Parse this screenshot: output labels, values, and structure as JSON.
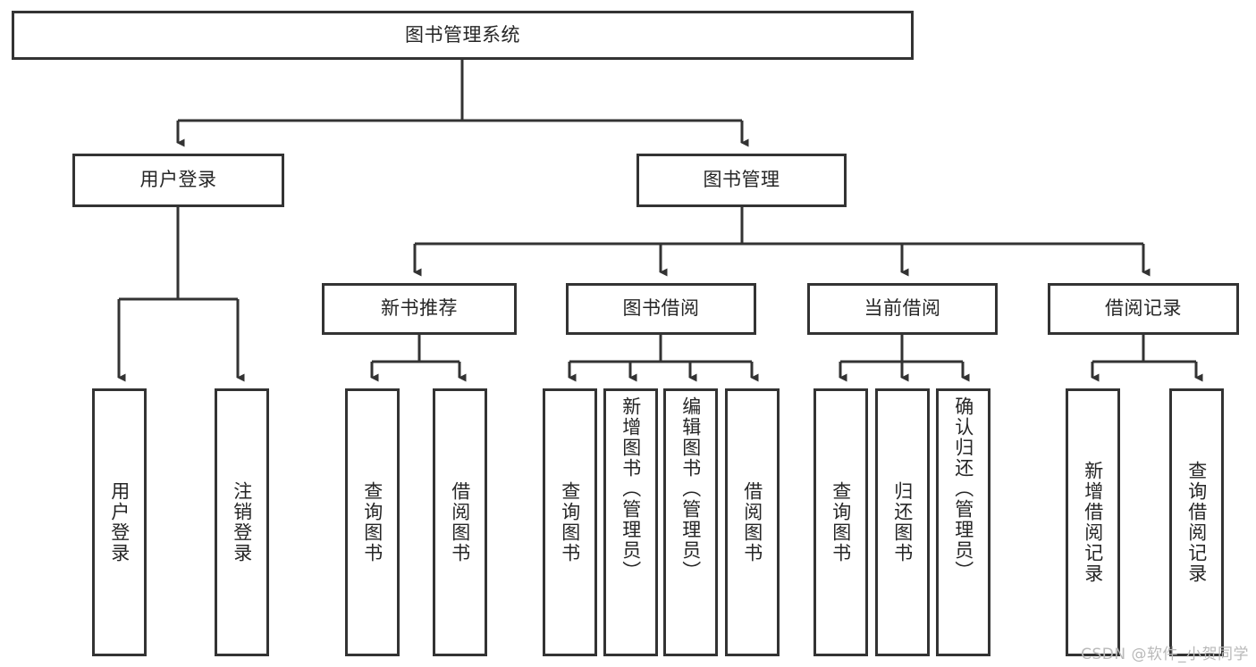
{
  "diagram": {
    "type": "tree-hierarchy",
    "title": "图书管理系统",
    "orientation": "top-down",
    "colors": {
      "box_border": "#333333",
      "box_fill": "#ffffff",
      "text": "#262626",
      "edge": "#333333",
      "watermark": "#b9b9b9",
      "background": "#ffffff"
    }
  },
  "root": {
    "label": "图书管理系统"
  },
  "level2": [
    {
      "label": "用户登录"
    },
    {
      "label": "图书管理"
    }
  ],
  "level3": [
    {
      "label": "新书推荐"
    },
    {
      "label": "图书借阅"
    },
    {
      "label": "当前借阅"
    },
    {
      "label": "借阅记录"
    }
  ],
  "leaves": {
    "user_login": [
      {
        "label": "用户登录"
      },
      {
        "label": "注销登录"
      }
    ],
    "new_book": [
      {
        "label": "查询图书"
      },
      {
        "label": "借阅图书"
      }
    ],
    "book_borrow": [
      {
        "label": "查询图书"
      },
      {
        "label": "新增图书（管理员）"
      },
      {
        "label": "编辑图书（管理员）"
      },
      {
        "label": "借阅图书"
      }
    ],
    "current_borrow": [
      {
        "label": "查询图书"
      },
      {
        "label": "归还图书"
      },
      {
        "label": "确认归还（管理员）"
      }
    ],
    "borrow_record": [
      {
        "label": "新增借阅记录"
      },
      {
        "label": "查询借阅记录"
      }
    ]
  },
  "watermark": {
    "text": "CSDN @软件_小贺同学"
  }
}
